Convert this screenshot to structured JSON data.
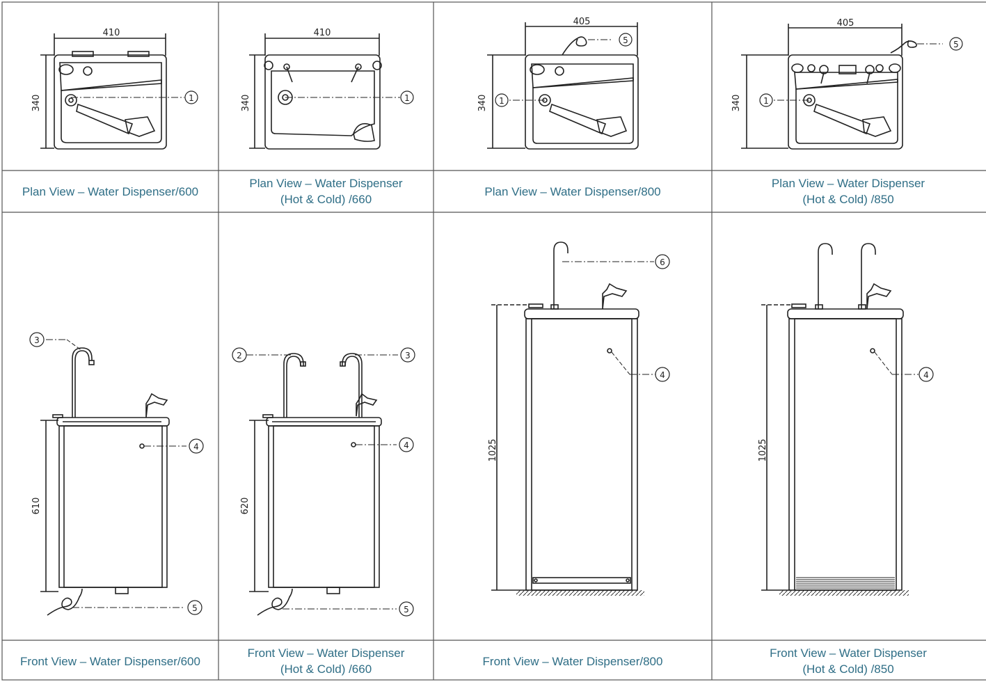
{
  "captions": {
    "plan_600": "Plan View – Water Dispenser/600",
    "plan_660_line1": "Plan View – Water Dispenser",
    "plan_660_line2": "(Hot & Cold) /660",
    "plan_800": "Plan View – Water Dispenser/800",
    "plan_850_line1": "Plan View – Water Dispenser",
    "plan_850_line2": "(Hot & Cold) /850",
    "front_600": "Front View – Water Dispenser/600",
    "front_660_line1": "Front View – Water Dispenser",
    "front_660_line2": "(Hot & Cold) /660",
    "front_800": "Front View – Water Dispenser/800",
    "front_850_line1": "Front View – Water Dispenser",
    "front_850_line2": "(Hot & Cold) /850"
  },
  "dimensions": {
    "plan_600_width": "410",
    "plan_600_depth": "340",
    "plan_660_width": "410",
    "plan_660_depth": "340",
    "plan_800_width": "405",
    "plan_800_depth": "340",
    "plan_850_width": "405",
    "plan_850_depth": "340",
    "front_600_height": "610",
    "front_660_height": "620",
    "front_800_height": "1025",
    "front_850_height": "1025"
  },
  "callouts": {
    "one": "1",
    "two": "2",
    "three": "3",
    "four": "4",
    "five": "5",
    "six": "6"
  },
  "colors": {
    "caption": "#2f6e86",
    "line": "#222222",
    "grid": "#555555"
  }
}
